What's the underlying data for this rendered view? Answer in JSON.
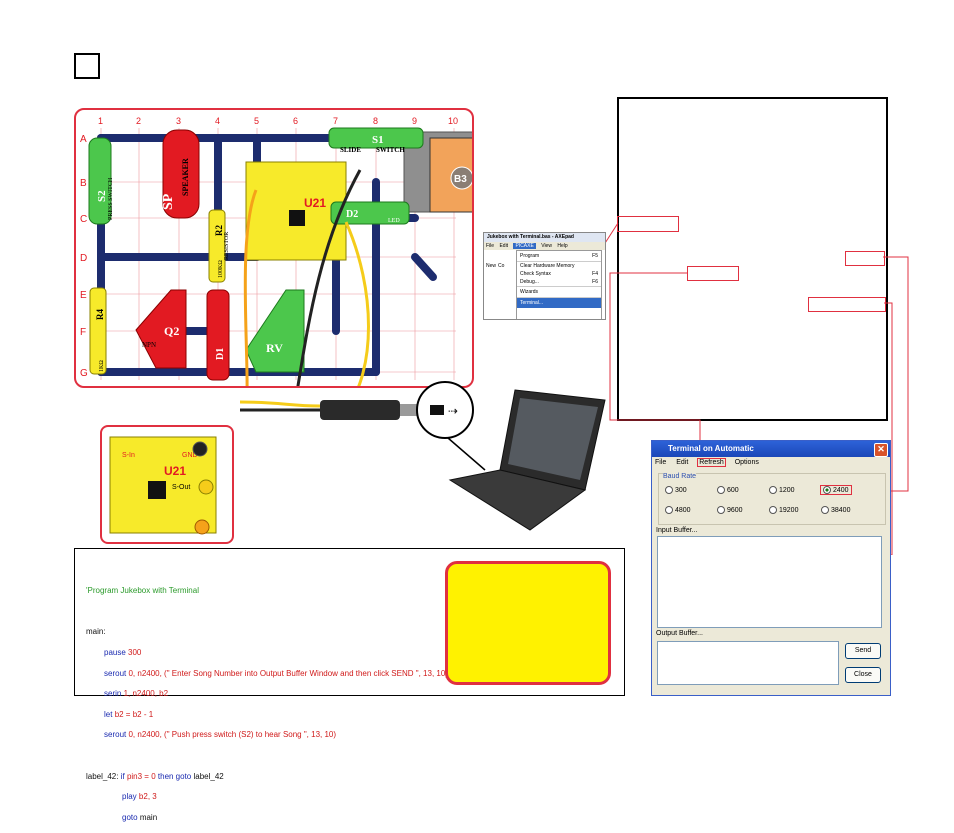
{
  "code": {
    "comment": "'Program Jukebox with Terminal",
    "main_label": "main:",
    "pause_kw": "pause",
    "pause_val": "300",
    "serout1_kw": "serout",
    "serout1_args": "0, n2400, (\" Enter Song Number into Output Buffer Window and then click SEND \", 13, 10)",
    "serin_kw": "serin",
    "serin_args": "1, n2400, b2",
    "let_kw": "let",
    "let_args": "b2 = b2 - 1",
    "serout2_kw": "serout",
    "serout2_args": "0, n2400, (\" Push press switch (S2) to hear Song \", 13, 10)",
    "label42": "label_42:",
    "if_kw": "if",
    "if_args": "pin3 = 0",
    "then_kw": "then goto",
    "then_target": "label_42",
    "play_kw": "play",
    "play_args": "b2, 3",
    "goto_kw": "goto",
    "goto_target": "main"
  },
  "board": {
    "columns": [
      "1",
      "2",
      "3",
      "4",
      "5",
      "6",
      "7",
      "8",
      "9",
      "10"
    ],
    "rows": [
      "A",
      "B",
      "C",
      "D",
      "E",
      "F",
      "G"
    ],
    "parts": {
      "switch_s1": "S1",
      "slide_switch": "SLIDE",
      "switch_word": "SWITCH",
      "speaker_sp": "SP",
      "speaker_word": "SPEAKER",
      "press_switch_s2": "S2",
      "press_switch_word": "PRESS SWITCH",
      "battery_b3": "B3",
      "chip_u21": "U21",
      "led_d2": "D2",
      "led_word": "LED",
      "resistor_r2": "R2",
      "resistor_word": "RESISTOR",
      "resistor_r4": "R4",
      "transistor_q2": "Q2",
      "npn_word": "NPN",
      "diode_d1": "D1",
      "pot_rv": "RV",
      "val_1k": "1KΩ",
      "val_100k": "100KΩ"
    }
  },
  "small_board": {
    "chip": "U21",
    "s_in": "S-In",
    "gnd": "GND",
    "s_out": "S-Out"
  },
  "menu_shot": {
    "title": "Jukebox with Terminal.bas - AXEpad",
    "menu_items": [
      "File",
      "Edit",
      "PICAXE",
      "View",
      "Help"
    ],
    "dropdown": [
      "Program",
      "Clear Hardware Memory",
      "Check Syntax",
      "Debug...",
      "Wizards",
      "Terminal..."
    ],
    "shortcuts": [
      "F5",
      "",
      "F4",
      "F6",
      "",
      ""
    ],
    "toolbar": [
      "New",
      "Co"
    ]
  },
  "terminal": {
    "title": "Terminal on Automatic",
    "menu": [
      "File",
      "Edit",
      "Refresh",
      "Options"
    ],
    "baud_label": "Baud Rate",
    "baud_row1": [
      "300",
      "600",
      "1200",
      "2400"
    ],
    "baud_row2": [
      "4800",
      "9600",
      "19200",
      "38400"
    ],
    "selected_baud": "2400",
    "input_label": "Input Buffer...",
    "output_label": "Output Buffer...",
    "send": "Send",
    "close": "Close"
  },
  "colors": {
    "accent_red": "#e03040",
    "grid_blue": "#1d2c6e",
    "note_yellow": "#fff200",
    "part_green": "#4cc74c",
    "part_red": "#e21a22",
    "part_yellow": "#f7ea2a"
  }
}
